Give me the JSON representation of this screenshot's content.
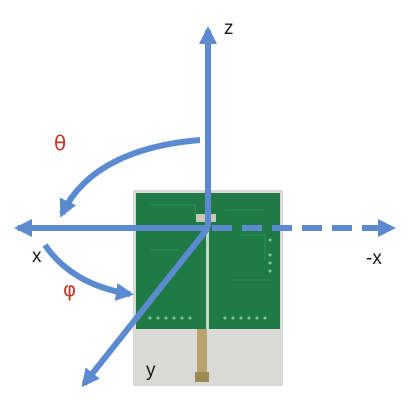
{
  "axes": {
    "z_label": "z",
    "x_label": "x",
    "neg_x_label": "-x",
    "y_label": "y"
  },
  "angles": {
    "theta_label": "θ",
    "phi_label": "φ"
  },
  "colors": {
    "axis_arrow": "#5b8ad0",
    "angle_label": "#c0392b",
    "axis_text": "#1a1a1a",
    "pcb_green": "#1f7a45",
    "photo_background": "#dcdcdc"
  },
  "icons": {
    "pcb": "photo-of-green-circuit-board-antenna"
  }
}
